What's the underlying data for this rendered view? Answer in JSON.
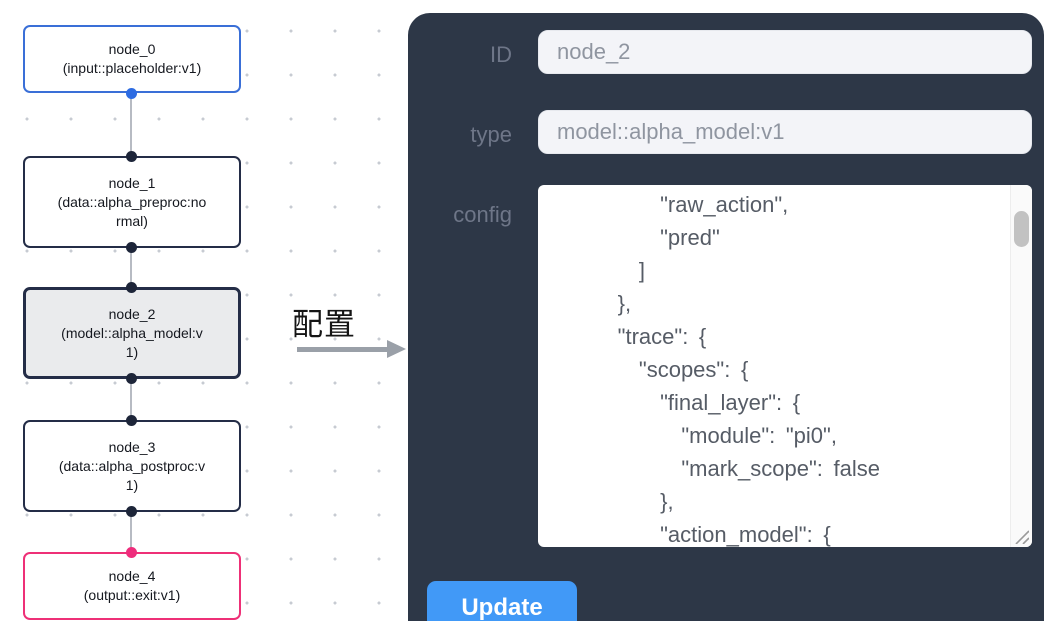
{
  "graph": {
    "nodes": [
      {
        "name": "node_0",
        "type": "(input::placeholder:v1)",
        "variant": "input"
      },
      {
        "name": "node_1",
        "type": "(data::alpha_preproc:normal)",
        "variant": "default"
      },
      {
        "name": "node_2",
        "type": "(model::alpha_model:v1)",
        "variant": "selected"
      },
      {
        "name": "node_3",
        "type": "(data::alpha_postproc:v1)",
        "variant": "default"
      },
      {
        "name": "node_4",
        "type": "(output::exit:v1)",
        "variant": "output"
      }
    ]
  },
  "arrow": {
    "label": "配置"
  },
  "panel": {
    "id_label": "ID",
    "id_value": "node_2",
    "type_label": "type",
    "type_value": "model::alpha_model:v1",
    "config_label": "config",
    "config_value": "          \"raw_action\",\n          \"pred\"\n        ]\n      },\n      \"trace\": {\n        \"scopes\": {\n          \"final_layer\": {\n            \"module\": \"pi0\",\n            \"mark_scope\": false\n          },\n          \"action_model\": {",
    "update_label": "Update"
  },
  "colors": {
    "panel_bg": "#2d3747",
    "accent_blue": "#4199f7",
    "node_input_border": "#3a6fd7",
    "node_default_border": "#242d47",
    "node_output_border": "#ee3077",
    "selected_node_bg": "#eaebed",
    "port_blue": "#2e6ce2",
    "port_dark": "#1d2539",
    "port_pink": "#ee2d7c",
    "edge_gray": "#b7bbc3"
  }
}
